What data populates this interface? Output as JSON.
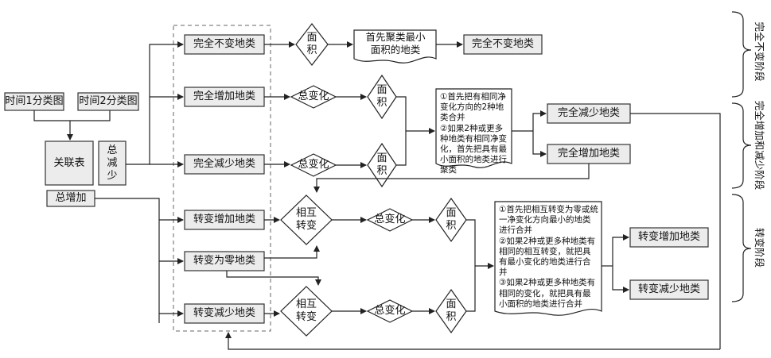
{
  "inputs": {
    "time1": "时间1分类图",
    "time2": "时间2分类图"
  },
  "relation_table": "关联表",
  "total_decrease": "总减少",
  "total_increase": "总增加",
  "categories": {
    "unchanged": "完全不变地类",
    "full_increase": "完全增加地类",
    "full_decrease": "完全减少地类",
    "trans_increase": "转变增加地类",
    "trans_zero": "转变为零地类",
    "trans_decrease": "转变减少地类"
  },
  "diamonds": {
    "area": "面积",
    "total_change": "总变化",
    "mutual_change": "相互转变"
  },
  "docs": {
    "smallest_area": "首先聚类最小面积的地类",
    "stage2_rules": [
      "①首先把有相同净变化方向的2种地类合并",
      "②如果2种或更多种地类有相同净变化，首先把具有最小面积的地类进行聚类"
    ],
    "stage3_rules": [
      "①首先把相互转变为零或统一净变化方向最小的地类进行合并",
      "②如果2种或更多种地类有相同的相互转变，就把具有最小变化的地类进行合并",
      "③如果2种或更多种地类有相同的变化，就把具有最小面积的地类进行合并"
    ]
  },
  "outputs": {
    "unchanged": "完全不变地类",
    "full_decrease": "完全减少地类",
    "full_increase": "完全增加地类",
    "trans_increase": "转变增加地类",
    "trans_decrease": "转变减少地类"
  },
  "stages": {
    "stage1": "完全不变阶段",
    "stage2": "完全增加和减少阶段",
    "stage3": "转变阶段"
  }
}
